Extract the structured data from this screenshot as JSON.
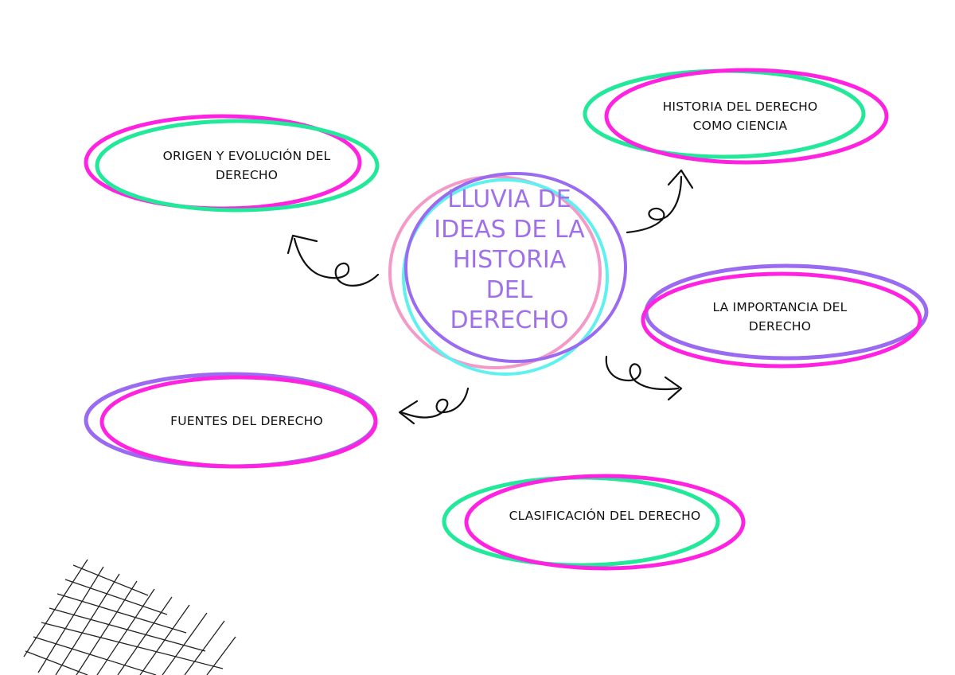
{
  "center": {
    "lines": [
      "LLUVIA DE",
      "IDEAS DE LA",
      "HISTORIA",
      "DEL",
      "DERECHO"
    ],
    "ring_colors": [
      "#f49ac8",
      "#5ff0f0",
      "#9a6af0"
    ],
    "text_color": "#a070e8"
  },
  "nodes": [
    {
      "id": "origen",
      "line1": "ORIGEN Y EVOLUCIÓN DEL",
      "line2": "DERECHO",
      "ring_colors": [
        "#ff22e0",
        "#22e89a"
      ]
    },
    {
      "id": "historia-ciencia",
      "line1": "HISTORIA DEL DERECHO",
      "line2": "COMO CIENCIA",
      "ring_colors": [
        "#22e89a",
        "#ff22e0"
      ]
    },
    {
      "id": "importancia",
      "line1": "LA IMPORTANCIA DEL",
      "line2": "DERECHO",
      "ring_colors": [
        "#9a6af0",
        "#ff22e0"
      ]
    },
    {
      "id": "fuentes",
      "line1": "FUENTES DEL DERECHO",
      "line2": "",
      "ring_colors": [
        "#9a6af0",
        "#ff22e0"
      ]
    },
    {
      "id": "clasificacion",
      "line1": "CLASIFICACIÓN DEL DERECHO",
      "line2": "",
      "ring_colors": [
        "#22e89a",
        "#ff22e0"
      ]
    }
  ],
  "decoration": {
    "grid_color": "#222222",
    "arrow_color": "#111111"
  }
}
